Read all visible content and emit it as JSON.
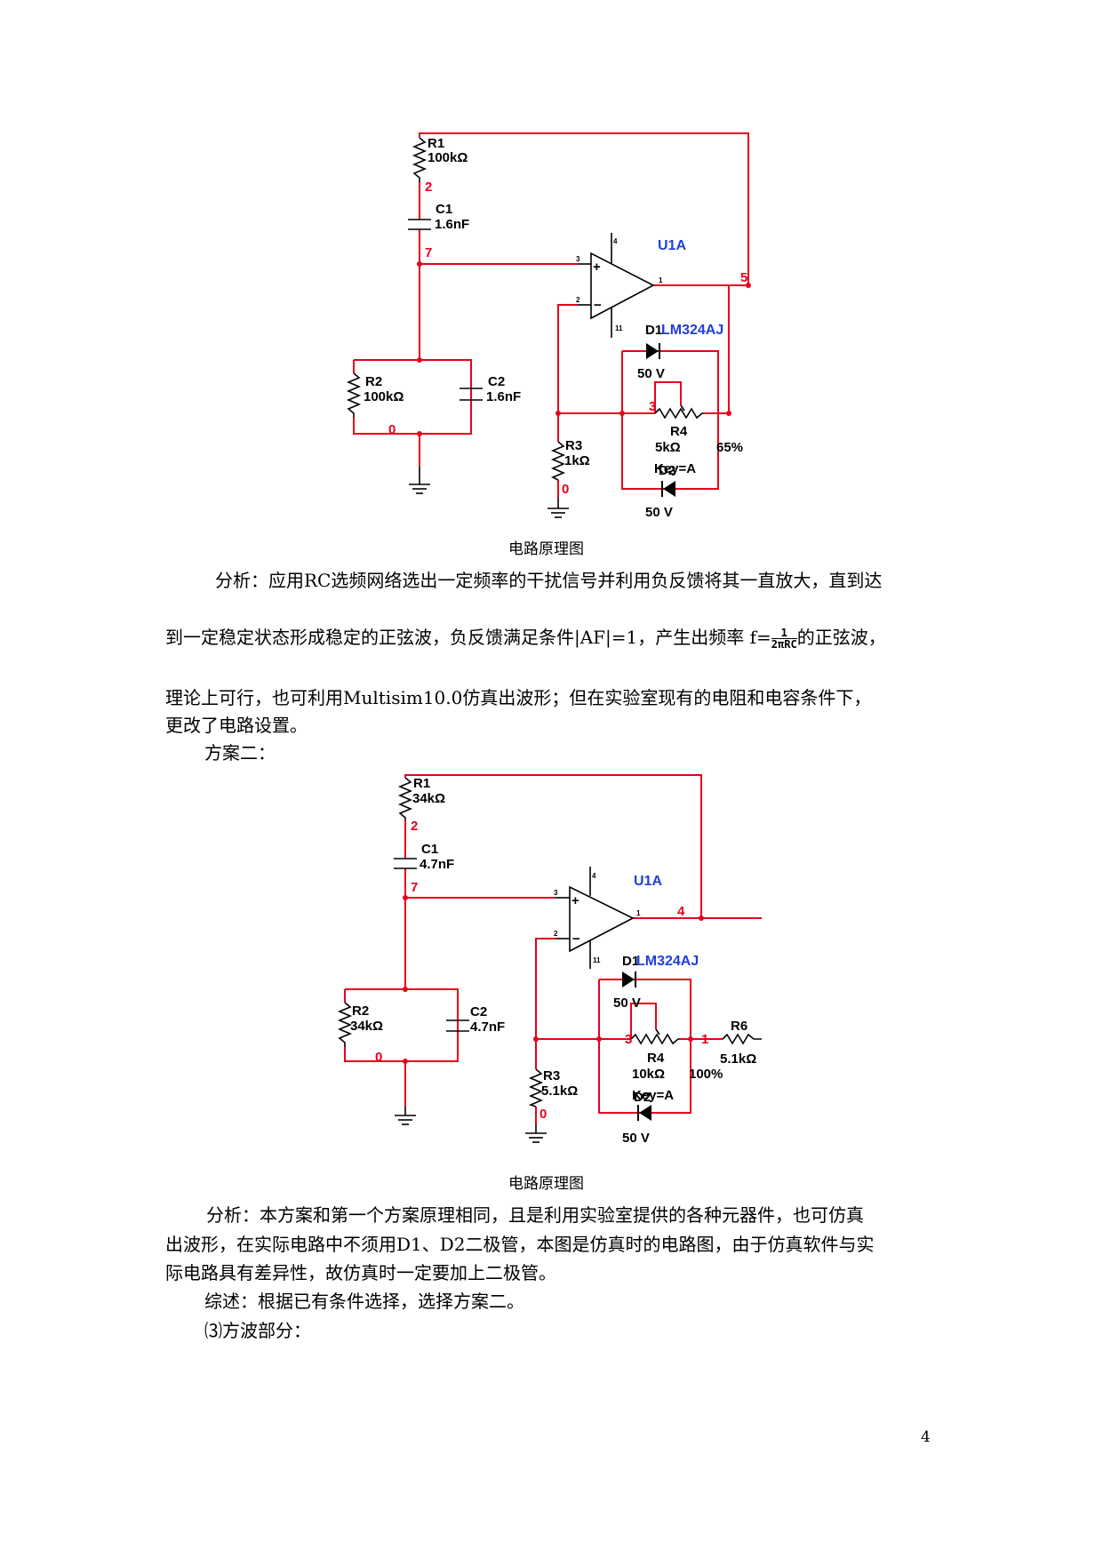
{
  "circuit1": {
    "labels": {
      "r1_name": "R1",
      "r1_value": "100kΩ",
      "c1_name": "C1",
      "c1_value": "1.6nF",
      "r2_name": "R2",
      "r2_value": "100kΩ",
      "c2_name": "C2",
      "c2_value": "1.6nF",
      "r3_name": "R3",
      "r3_value": "1kΩ",
      "r4_name": "R4",
      "r4_value": "5kΩ",
      "r4_key": "Key=A",
      "r4_percent": "65%",
      "d1": "D1",
      "d1_volt": "50 V",
      "d2": "D2",
      "d2_volt": "50 V",
      "u1a": "U1A",
      "opamp_model": "LM324AJ",
      "node_2": "2",
      "node_7": "7",
      "node_5": "5",
      "node_3": "3",
      "node_0a": "0",
      "node_0b": "0",
      "pin_4": "4",
      "pin_3": "3",
      "pin_2": "2",
      "pin_1": "1",
      "pin_11": "11",
      "plus": "+",
      "minus": "−"
    },
    "caption": "电路原理图"
  },
  "analysis1": {
    "line1": "分析：应用RC选频网络选出一定频率的干扰信号并利用负反馈将其一直放大，直到达",
    "line2_pre": "到一定稳定状态形成稳定的正弦波，负反馈满足条件|AF|=1，产生出频率 f=",
    "formula_num": "1",
    "formula_den": "2πRC",
    "line2_post": "的正弦波，",
    "line3": "理论上可行，也可利用Multisim10.0仿真出波形；但在实验室现有的电阻和电容条件下，",
    "line4": "更改了电路设置。"
  },
  "scheme2_heading": "方案二：",
  "circuit2": {
    "labels": {
      "r1_name": "R1",
      "r1_value": "34kΩ",
      "c1_name": "C1",
      "c1_value": "4.7nF",
      "r2_name": "R2",
      "r2_value": "34kΩ",
      "c2_name": "C2",
      "c2_value": "4.7nF",
      "r3_name": "R3",
      "r3_value": "5.1kΩ",
      "r4_name": "R4",
      "r4_value": "10kΩ",
      "r4_key": "Key=A",
      "r4_percent": "100%",
      "r6_name": "R6",
      "r6_value": "5.1kΩ",
      "d1": "D1",
      "d1_volt": "50 V",
      "d2": "D2",
      "d2_volt": "50 V",
      "u1a": "U1A",
      "opamp_model": "LM324AJ",
      "node_2": "2",
      "node_7": "7",
      "node_4": "4",
      "node_3": "3",
      "node_1": "1",
      "node_0a": "0",
      "node_0b": "0",
      "pin_4": "4",
      "pin_3": "3",
      "pin_2": "2",
      "pin_1": "1",
      "pin_11": "11",
      "plus": "+",
      "minus": "−"
    },
    "caption": "电路原理图"
  },
  "analysis2": {
    "line1": "分析：本方案和第一个方案原理相同，且是利用实验室提供的各种元器件，也可仿真",
    "line2": "出波形，在实际电路中不须用D1、D2二极管，本图是仿真时的电路图，由于仿真软件与实",
    "line3": "际电路具有差异性，故仿真时一定要加上二极管。"
  },
  "summary": "综述：根据已有条件选择，选择方案二。",
  "section3": "⑶方波部分：",
  "page_number": "4"
}
